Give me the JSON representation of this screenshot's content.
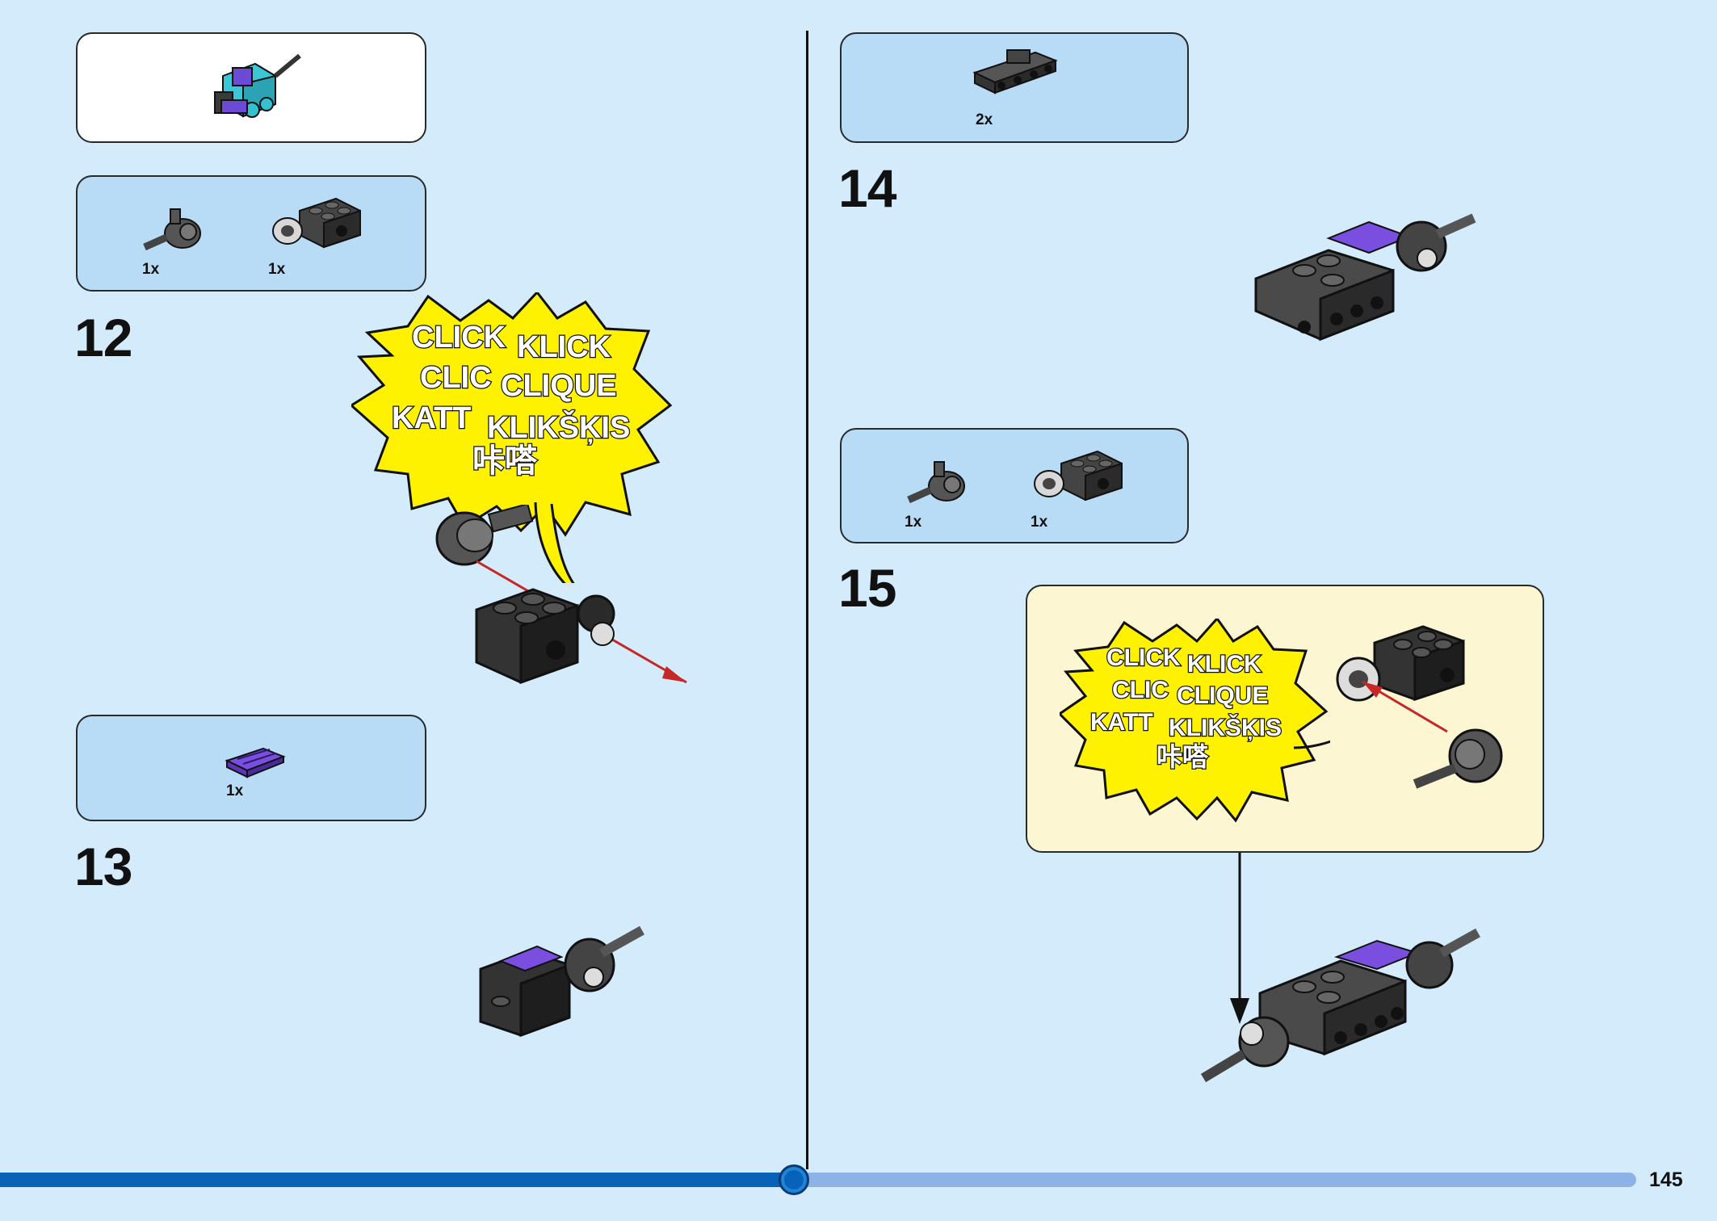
{
  "page": {
    "number": "145",
    "progress": 0.485
  },
  "colors": {
    "background": "#d3ebfb",
    "parts_box": "#b8dbf6",
    "callout_box": "#fdf6d3",
    "progress_fill": "#0863b8",
    "progress_track": "#8db2e6",
    "burst": "#fff200"
  },
  "left": {
    "submodel_box": {
      "icon": "submodel-thumbnail-icon"
    },
    "parts_12": [
      {
        "qty": "1x",
        "icon": "axle-connector-piece-icon"
      },
      {
        "qty": "1x",
        "icon": "technic-brick-2x2-icon"
      }
    ],
    "step_12": "12",
    "parts_13": [
      {
        "qty": "1x",
        "icon": "purple-grille-tile-icon"
      }
    ],
    "step_13": "13"
  },
  "right": {
    "parts_14": [
      {
        "qty": "2x",
        "icon": "bracket-plate-icon"
      }
    ],
    "step_14": "14",
    "parts_15": [
      {
        "qty": "1x",
        "icon": "axle-connector-piece-icon"
      },
      {
        "qty": "1x",
        "icon": "technic-brick-2x2-icon"
      }
    ],
    "step_15": "15"
  },
  "click_burst": {
    "lines": [
      "CLICK",
      "KLICK",
      "CLIC",
      "CLIQUE",
      "KATT",
      "KLIKŠĶIS",
      "咔嗒"
    ]
  }
}
